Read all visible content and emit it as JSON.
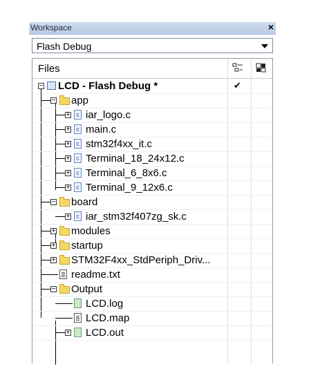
{
  "window": {
    "title": "Workspace",
    "close_glyph": "×"
  },
  "config_selector": {
    "value": "Flash Debug"
  },
  "tree": {
    "header": {
      "files_label": "Files",
      "make_icon": "make-status-icon",
      "options_icon": "options-icon"
    },
    "project": {
      "label": "LCD - Flash Debug *",
      "checked": "✔"
    },
    "nodes": [
      {
        "label": "app"
      },
      {
        "label": "iar_logo.c"
      },
      {
        "label": "main.c"
      },
      {
        "label": "stm32f4xx_it.c"
      },
      {
        "label": "Terminal_18_24x12.c"
      },
      {
        "label": "Terminal_6_8x6.c"
      },
      {
        "label": "Terminal_9_12x6.c"
      },
      {
        "label": "board"
      },
      {
        "label": "iar_stm32f407zg_sk.c"
      },
      {
        "label": "modules"
      },
      {
        "label": "startup"
      },
      {
        "label": "STM32F4xx_StdPeriph_Driv..."
      },
      {
        "label": "readme.txt"
      },
      {
        "label": "Output"
      },
      {
        "label": "LCD.log"
      },
      {
        "label": "LCD.map"
      },
      {
        "label": "LCD.out"
      }
    ]
  }
}
